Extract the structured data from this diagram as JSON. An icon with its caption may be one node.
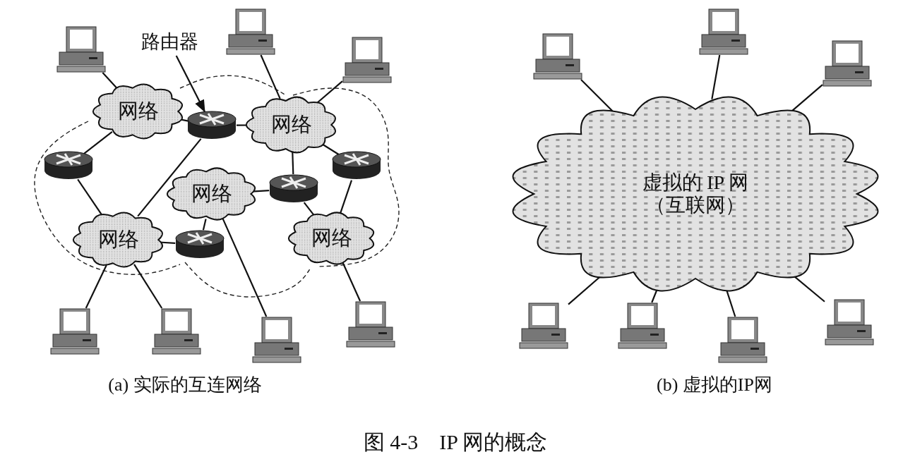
{
  "diagram": {
    "caption": "图 4-3　IP 网的概念",
    "nodes": [
      {
        "text": [
          "网络"
        ]
      },
      {
        "text": [
          "网络"
        ]
      },
      {
        "text": [
          "网络"
        ]
      },
      {
        "text": [
          "网络"
        ]
      },
      {
        "text": [
          "网络"
        ]
      },
      {
        "text": [],
        "shape": "router"
      },
      {
        "text": [],
        "shape": "router"
      },
      {
        "text": [],
        "shape": "router"
      },
      {
        "text": [],
        "shape": "router"
      },
      {
        "text": [],
        "shape": "router"
      },
      {
        "text": [],
        "shape": "computer"
      },
      {
        "text": [],
        "shape": "computer"
      },
      {
        "text": [],
        "shape": "computer"
      },
      {
        "text": [],
        "shape": "computer"
      },
      {
        "text": [],
        "shape": "computer"
      },
      {
        "text": [],
        "shape": "computer"
      },
      {
        "text": [],
        "shape": "computer"
      },
      {
        "text": [
          "路由器"
        ]
      },
      {
        "text": [
          "虚拟的 IP 网",
          "（互联网）"
        ]
      },
      {
        "text": [],
        "shape": "computer"
      },
      {
        "text": [],
        "shape": "computer"
      },
      {
        "text": [],
        "shape": "computer"
      },
      {
        "text": [],
        "shape": "computer"
      },
      {
        "text": [],
        "shape": "computer"
      },
      {
        "text": [],
        "shape": "computer"
      },
      {
        "text": [],
        "shape": "computer"
      }
    ],
    "edges": [
      {
        "from": 10,
        "to": 0,
        "arrow": "none"
      },
      {
        "from": 11,
        "to": 1,
        "arrow": "none"
      },
      {
        "from": 12,
        "to": 1,
        "arrow": "none"
      },
      {
        "from": 0,
        "to": 5,
        "arrow": "none"
      },
      {
        "from": 5,
        "to": 1,
        "arrow": "none"
      },
      {
        "from": 0,
        "to": 6,
        "arrow": "none"
      },
      {
        "from": 6,
        "to": 3,
        "arrow": "none"
      },
      {
        "from": 5,
        "to": 3,
        "arrow": "none"
      },
      {
        "from": 1,
        "to": 8,
        "arrow": "none"
      },
      {
        "from": 8,
        "to": 2,
        "arrow": "none"
      },
      {
        "from": 1,
        "to": 7,
        "arrow": "none"
      },
      {
        "from": 7,
        "to": 4,
        "arrow": "none"
      },
      {
        "from": 8,
        "to": 4,
        "arrow": "none"
      },
      {
        "from": 3,
        "to": 9,
        "arrow": "none"
      },
      {
        "from": 9,
        "to": 2,
        "arrow": "none"
      },
      {
        "from": 3,
        "to": 13,
        "arrow": "none"
      },
      {
        "from": 3,
        "to": 14,
        "arrow": "none"
      },
      {
        "from": 2,
        "to": 15,
        "arrow": "none"
      },
      {
        "from": 4,
        "to": 16,
        "arrow": "none"
      },
      {
        "from": 17,
        "to": 5,
        "arrow": "to"
      },
      {
        "from": 19,
        "to": 18,
        "arrow": "none"
      },
      {
        "from": 20,
        "to": 18,
        "arrow": "none"
      },
      {
        "from": 21,
        "to": 18,
        "arrow": "none"
      },
      {
        "from": 22,
        "to": 18,
        "arrow": "none"
      },
      {
        "from": 23,
        "to": 18,
        "arrow": "none"
      },
      {
        "from": 24,
        "to": 18,
        "arrow": "none"
      },
      {
        "from": 25,
        "to": 18,
        "arrow": "none"
      }
    ],
    "labels": [
      "(a) 实际的互连网络",
      "(b) 虚拟的IP网"
    ]
  }
}
